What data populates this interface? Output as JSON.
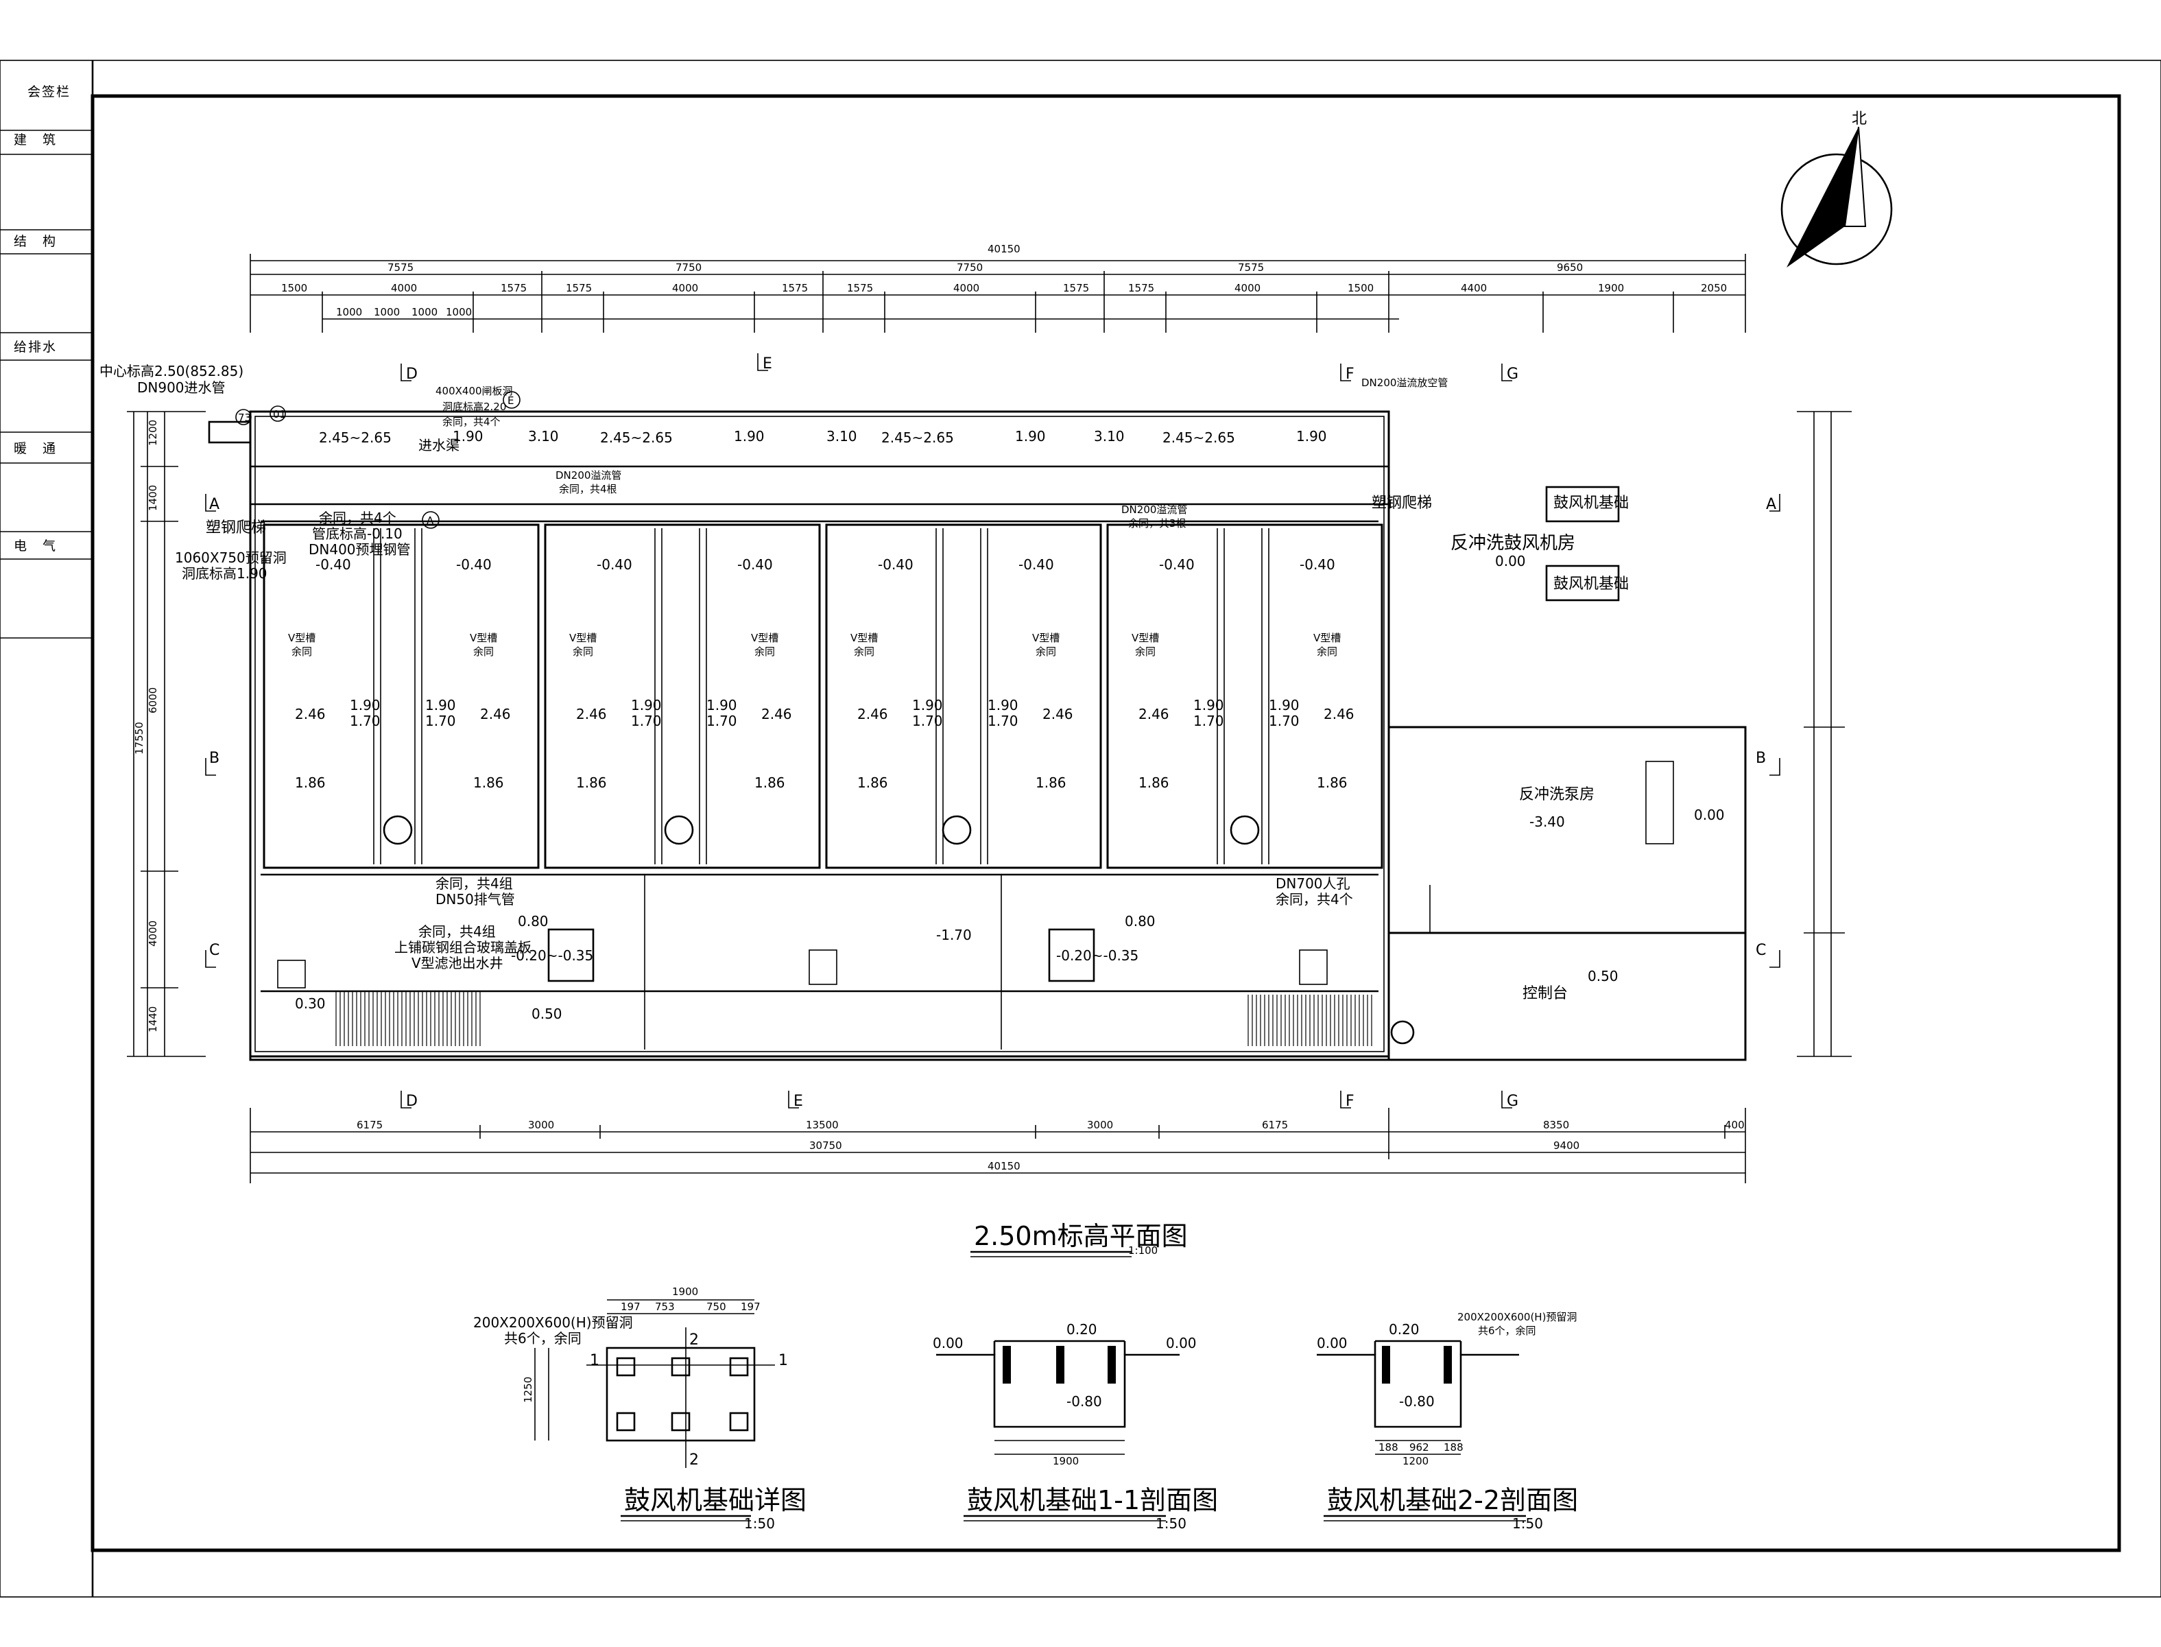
{
  "side_panel": {
    "items": [
      "会签栏",
      "建　筑",
      "结　构",
      "给排水",
      "暖　通",
      "电　气"
    ]
  },
  "north_label": "北",
  "top_dims": {
    "overall": "40150",
    "row2": [
      "7575",
      "7750",
      "7750",
      "7575",
      "9650"
    ],
    "row3": [
      "1500",
      "4000",
      "1575",
      "1575",
      "4000",
      "1575",
      "1575",
      "4000",
      "1575",
      "1575",
      "4000",
      "1500",
      "4400",
      "1900",
      "2050"
    ],
    "row4": [
      "1000",
      "1000",
      "1000",
      "1000"
    ]
  },
  "bottom_dims": {
    "row1": [
      "6175",
      "3000",
      "13500",
      "3000",
      "6175",
      "8350",
      "400"
    ],
    "row2": [
      "30750",
      "9400"
    ],
    "overall": "40150"
  },
  "left_dims": [
    "1200",
    "1400",
    "6000",
    "4000",
    "1440",
    "17550"
  ],
  "axes": {
    "D": "D",
    "E": "E",
    "F": "F",
    "G": "G",
    "A": "A",
    "B": "B",
    "C": "C"
  },
  "plan_notes": {
    "inlet_center": "中心标高2.50(852.85)",
    "inlet_pipe": "DN900进水管",
    "tag_73": "73",
    "tag_01": "01",
    "tag_A": "A",
    "tag_E": "E",
    "valve_hole": "400X400闸板洞",
    "valve_elev": "洞底标高2.20",
    "valve_same": "余同，共4个",
    "inlet_channel": "进水渠",
    "dn200_top": "DN200溢流管",
    "dn200_same": "余同，共4根",
    "dn400": "DN400预埋钢管",
    "pipe_elev": "管底标高-0.10",
    "same4": "余同，共4个",
    "plastic_ladder": "塑钢爬梯",
    "hole": "1060X750预留洞",
    "hole_elev": "洞底标高1.90",
    "dn200_vent": "DN200溢流放空管",
    "dn200_mid": "DN200溢流管",
    "dn200_mid_same": "余同，共3根",
    "v_trough": "V型槽",
    "same": "余同",
    "dn50": "DN50排气管",
    "dn50_same": "余同，共4组",
    "manhole": "DN700人孔",
    "manhole_same": "余同，共4个",
    "chan_same": "余同，共4组",
    "chan_cover": "上铺碳钢组合玻璃盖板",
    "chan_well": "V型滤池出水井",
    "blower_room": "反冲洗鼓风机房",
    "blower_base": "鼓风机基础",
    "pump_room": "反冲洗泵房",
    "control": "控制台"
  },
  "elevations": {
    "e245_265": "2.45~2.65",
    "e190": "1.90",
    "e310": "3.10",
    "e_040": "-0.40",
    "e246": "2.46",
    "e170": "1.70",
    "e186": "1.86",
    "e000": "0.00",
    "e_340": "-3.40",
    "e080": "0.80",
    "e_020_035": "-0.20~-0.35",
    "e_170": "-1.70",
    "e030": "0.30",
    "e050": "0.50",
    "e020": "0.20",
    "e_080": "-0.80"
  },
  "titles": {
    "plan": "2.50m标高平面图",
    "plan_scale": "1:100",
    "detail": "鼓风机基础详图",
    "sec11": "鼓风机基础1-1剖面图",
    "sec22": "鼓风机基础2-2剖面图",
    "scale50": "1:50"
  },
  "detail_notes": {
    "hole": "200X200X600(H)预留洞",
    "count": "共6个，余同",
    "sec_hole": "200X200X600(H)预留洞",
    "sec_count": "共6个，余同",
    "mark1": "1",
    "mark2": "2",
    "w1900": "1900",
    "w1200": "1200",
    "d197": "197",
    "d753": "753",
    "d750": "750",
    "d188": "188",
    "d962": "962",
    "h1250": "1250"
  }
}
